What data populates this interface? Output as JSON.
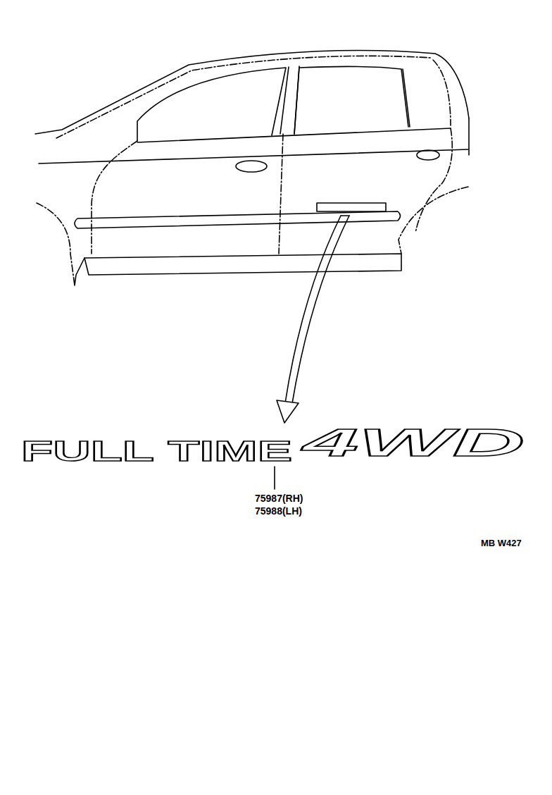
{
  "diagram": {
    "labels": [
      "FULL TIME",
      "4WD",
      "75987(RH)",
      "75988(LH)",
      "MB W427"
    ]
  }
}
